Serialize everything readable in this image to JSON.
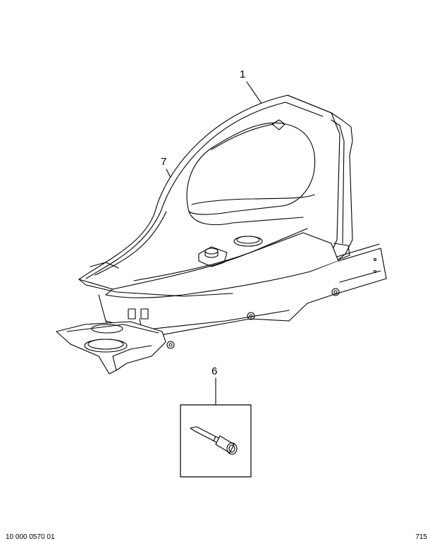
{
  "diagram": {
    "callouts": [
      {
        "id": "1"
      },
      {
        "id": "7"
      },
      {
        "id": "6"
      }
    ]
  },
  "footer": {
    "left_code": "10 000 0570 01",
    "right_code": "715"
  },
  "colors": {
    "line": "#000000",
    "background": "#ffffff"
  }
}
